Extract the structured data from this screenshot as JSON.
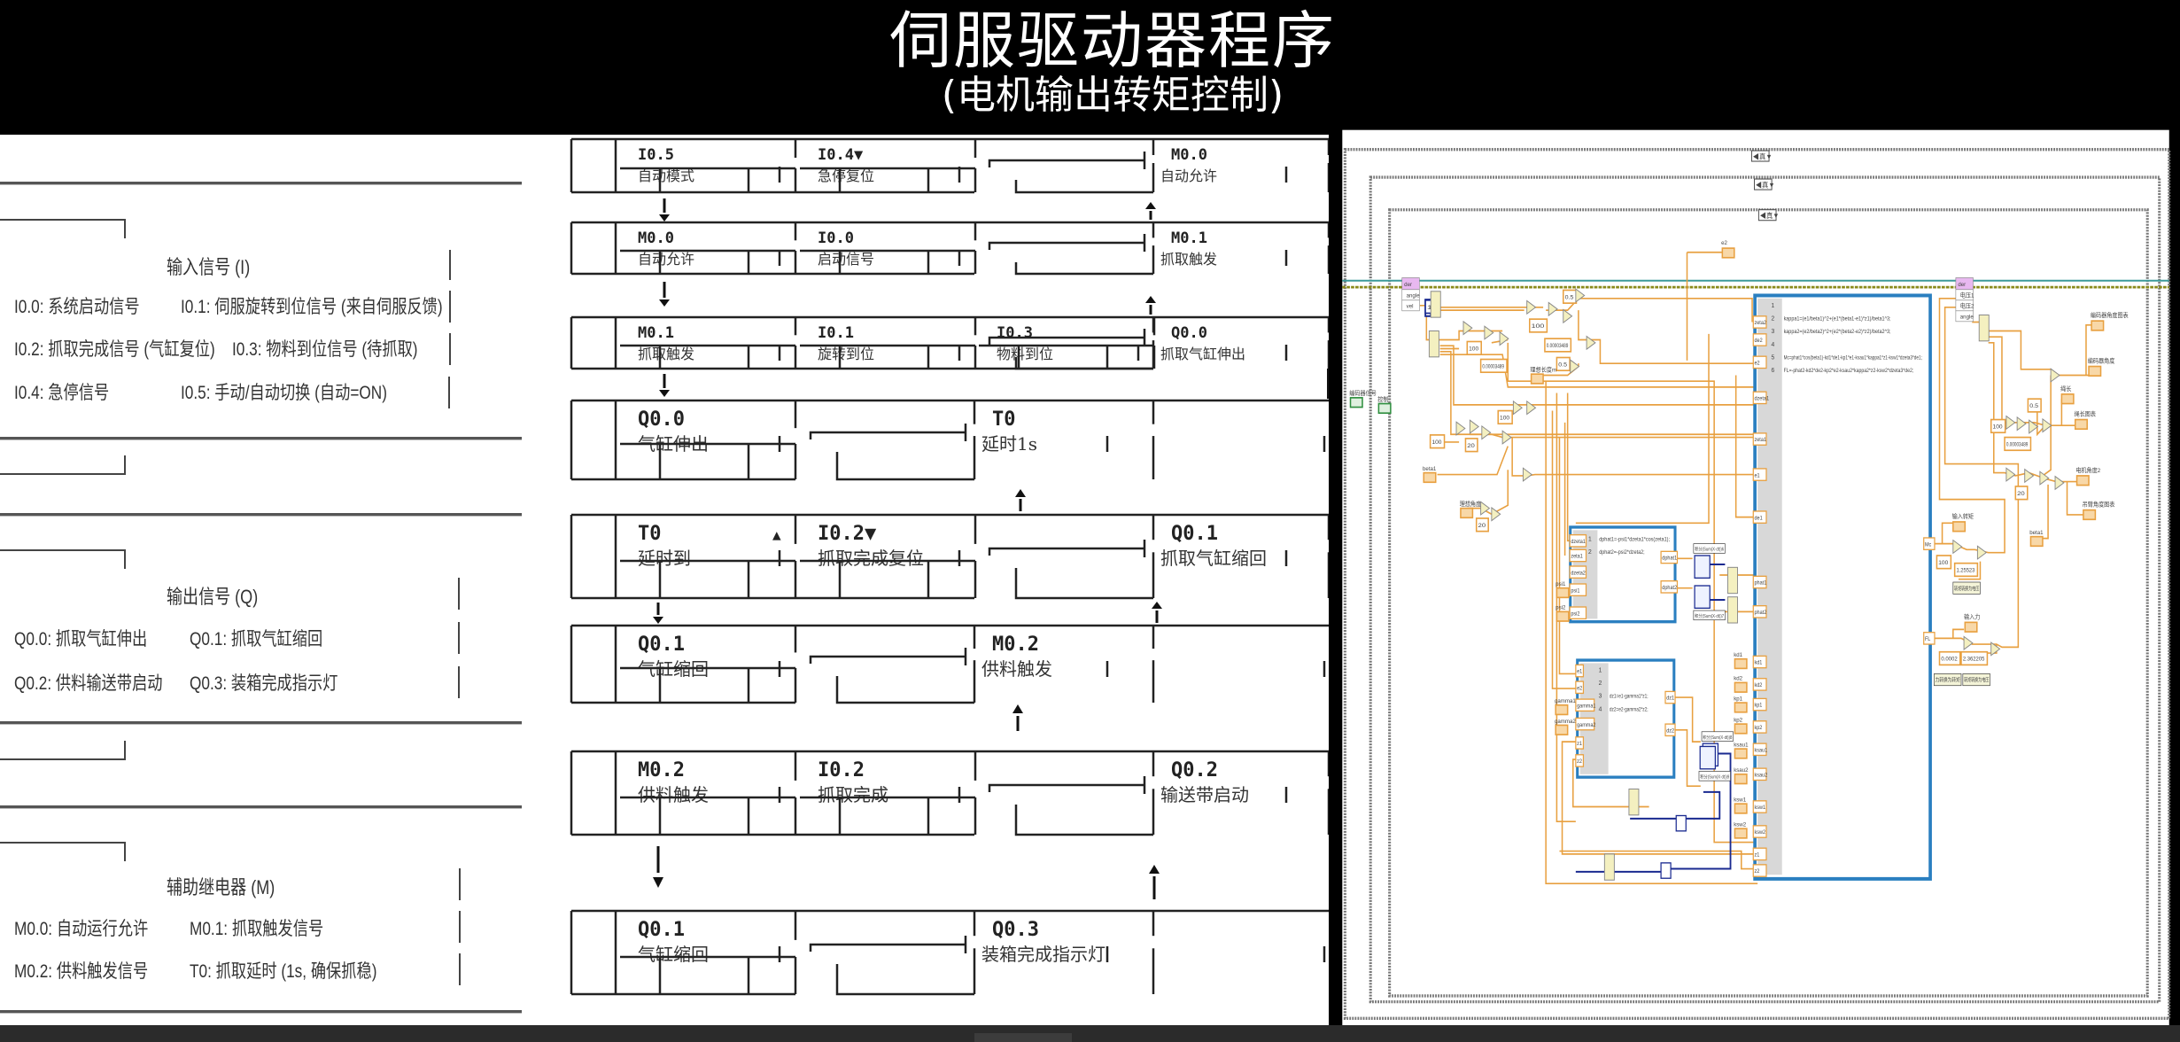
{
  "header": {
    "title": "伺服驱动器程序",
    "subtitle": "(电机输出转矩控制)"
  },
  "io_table": {
    "inputs": {
      "heading": "输入信号 (I)",
      "rows": [
        [
          "I0.0: 系统启动信号",
          "I0.1: 伺服旋转到位信号 (来自伺服反馈)"
        ],
        [
          "I0.2: 抓取完成信号 (气缸复位)",
          "I0.3: 物料到位信号 (待抓取)"
        ],
        [
          "I0.4: 急停信号",
          "I0.5: 手动/自动切换 (自动=ON)"
        ]
      ]
    },
    "outputs": {
      "heading": "输出信号 (Q)",
      "rows": [
        [
          "Q0.0: 抓取气缸伸出",
          "Q0.1: 抓取气缸缩回"
        ],
        [
          "Q0.2: 供料输送带启动",
          "Q0.3: 装箱完成指示灯"
        ]
      ]
    },
    "relays": {
      "heading": "辅助继电器 (M)",
      "rows": [
        [
          "M0.0: 自动运行允许",
          "M0.1: 抓取触发信号"
        ],
        [
          "M0.2: 供料触发信号",
          "T0: 抓取延时 (1s, 确保抓稳)"
        ]
      ]
    }
  },
  "ladder": {
    "rungs": [
      {
        "contacts": [
          {
            "addr": "I0.5",
            "label": "自动模式"
          },
          {
            "addr": "I0.4▼",
            "label": "急停复位"
          }
        ],
        "coil": {
          "addr": "M0.0",
          "label": "自动允许"
        }
      },
      {
        "contacts": [
          {
            "addr": "M0.0",
            "label": "自动允许"
          },
          {
            "addr": "I0.0",
            "label": "启动信号"
          }
        ],
        "coil": {
          "addr": "M0.1",
          "label": "抓取触发"
        }
      },
      {
        "contacts": [
          {
            "addr": "M0.1",
            "label": "抓取触发"
          },
          {
            "addr": "I0.1",
            "label": "旋转到位"
          },
          {
            "addr": "I0.3",
            "label": "物料到位"
          }
        ],
        "coil": {
          "addr": "Q0.0",
          "label": "抓取气缸伸出"
        }
      },
      {
        "contacts": [
          {
            "addr": "Q0.0",
            "label": "气缸伸出"
          }
        ],
        "coil": {
          "addr": "T0",
          "label": "延时1s"
        }
      },
      {
        "contacts": [
          {
            "addr": "T0",
            "label": "延时到",
            "mark": "▲"
          },
          {
            "addr": "I0.2▼",
            "label": "抓取完成复位"
          }
        ],
        "coil": {
          "addr": "Q0.1",
          "label": "抓取气缸缩回"
        }
      },
      {
        "contacts": [
          {
            "addr": "Q0.1",
            "label": "气缸缩回"
          }
        ],
        "coil": {
          "addr": "M0.2",
          "label": "供料触发"
        }
      },
      {
        "contacts": [
          {
            "addr": "M0.2",
            "label": "供料触发"
          },
          {
            "addr": "I0.2",
            "label": "抓取完成"
          }
        ],
        "coil": {
          "addr": "Q0.2",
          "label": "输送带启动"
        }
      },
      {
        "contacts": [
          {
            "addr": "Q0.1",
            "label": "气缸缩回"
          }
        ],
        "coil": {
          "addr": "Q0.3",
          "label": "装箱完成指示灯"
        }
      }
    ]
  },
  "labview": {
    "case_labels": [
      "◀真▼",
      "◀真▼",
      "◀真▼"
    ],
    "formula_main": {
      "line_numbers": [
        "1",
        "2",
        "3",
        "4",
        "5",
        "6"
      ],
      "lines": [
        "",
        "kappa1=(e1/beta1)^2+(e1*(beta1-e1)*z1)/beta1^3;",
        "kappa2=(e2/beta2)^2+(e2*(beta2-e2)*z2)/beta2^3;",
        "",
        "Mc=phat1*cos(beta1)-kd1*de1-kp1*e1-ksau1*kappa1*z1-ksw1*dzeta3*de1;",
        "FL=-phat2-kd2*de2-kp2*e2-ksau2*kappa2*z2-ksw2*dzeta3*de2;"
      ],
      "inputs": [
        "zeta2",
        "de2",
        "e2",
        "dzeta1",
        "zeta1",
        "e1",
        "de1",
        "phat1",
        "phat2",
        "kd1",
        "kd2",
        "kp1",
        "kp2",
        "ksau1",
        "ksau2",
        "ksw1",
        "ksw2",
        "z1",
        "z2"
      ],
      "outputs": [
        "Mc",
        "FL"
      ]
    },
    "formula_phat": {
      "line_numbers": [
        "1",
        "2"
      ],
      "lines": [
        "dphat1=-psi1*dzeta1*cos(zeta1);",
        "dphat2=-psi2*dzeta2;"
      ],
      "inputs": [
        "dzeta1",
        "zeta1",
        "dzeta2",
        "psi1",
        "psi2"
      ],
      "outputs": [
        "dphat1",
        "dphat2"
      ]
    },
    "formula_z": {
      "line_numbers": [
        "1",
        "2",
        "3",
        "4"
      ],
      "lines": [
        "",
        "",
        "dz1=e1-gamma1*z1;",
        "dz2=e2-gamma2*z2;"
      ],
      "inputs": [
        "e1",
        "e2",
        "gamma1",
        "gamma2",
        "z1",
        "z2"
      ],
      "outputs": [
        "dz1",
        "dz2"
      ]
    },
    "integrators": [
      "积分(Sum(X·dt))6",
      "积分(Sum(X·dt))7",
      "积分(Sum(X·dt))8",
      "积分(Sum(X·dt))9"
    ],
    "sensor_left": {
      "title": "der",
      "ports": [
        "angle",
        "vel"
      ]
    },
    "sensor_right": {
      "title": "der",
      "ports": [
        "电压1",
        "电压2",
        "angle"
      ]
    },
    "controls": [
      "编码器信号",
      "控制",
      "理想长度m",
      "理想角度",
      "beta1",
      "beta1",
      "psi1",
      "psi2",
      "gamma1",
      "gamma2",
      "kd1",
      "kd2",
      "kp1",
      "kp2",
      "ksau1",
      "ksau2",
      "ksw1",
      "ksw2"
    ],
    "indicators": [
      "e2",
      "编码器角度图表",
      "编码器角度",
      "绳长",
      "绳长图表",
      "电机角度2",
      "吊臂角度图表",
      "输入转矩",
      "输入力"
    ],
    "constants": [
      "100",
      "0.00003489",
      "0.5",
      "0.5",
      "100",
      "0.00003489",
      "100",
      "100",
      "20",
      "20",
      "100",
      "0.00003489",
      "0.5",
      "20",
      "100",
      "1.25523",
      "0.0002",
      "2.362205",
      "1"
    ],
    "notes": [
      "转矩转换为电压",
      "力转换为转矩",
      "转矩转换为电压"
    ],
    "colors": {
      "wire_orange": "#e8a040",
      "frame_blue": "#2a7fc0",
      "wire_teal": "#3c9a9a",
      "wire_olive": "#8a8a1a",
      "node_fill": "#f4f0c0",
      "bool_green": "#2f8f3f"
    }
  }
}
